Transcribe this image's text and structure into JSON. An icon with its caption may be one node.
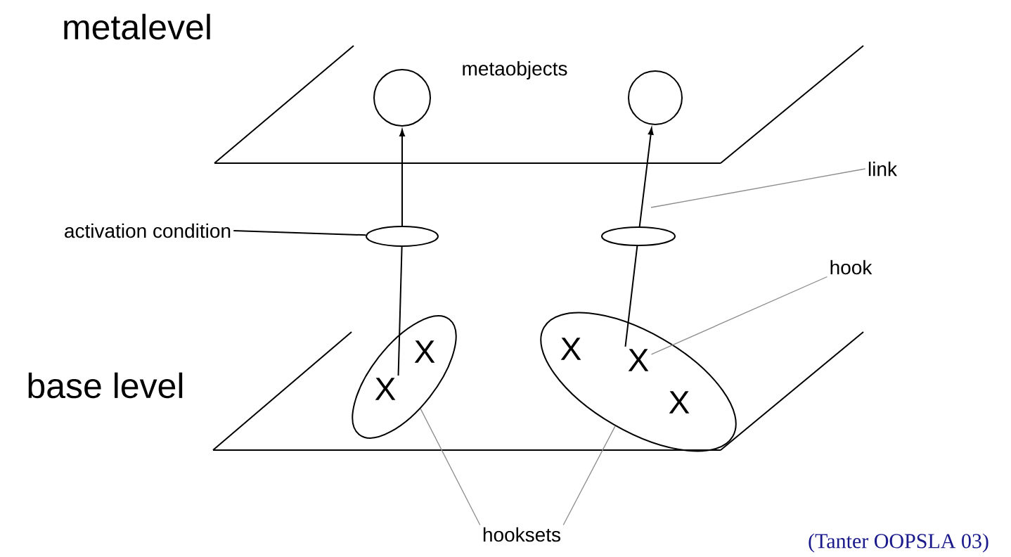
{
  "diagram": {
    "nodes": [
      {
        "text": [
          "metalevel"
        ]
      },
      {
        "text": [],
        "shape": "circle",
        "in": 0
      },
      {
        "text": [],
        "shape": "circle",
        "in": 0
      },
      {
        "text": [
          "link"
        ]
      },
      {
        "text": [
          "activation condition"
        ]
      },
      {
        "text": [],
        "shape": "ellipse"
      },
      {
        "text": [],
        "shape": "ellipse"
      },
      {
        "text": [
          "hook"
        ]
      },
      {
        "text": [
          "base level"
        ]
      },
      {
        "text": [],
        "shape": "ellipse",
        "in": 8
      },
      {
        "text": [
          "X"
        ],
        "in": 9
      },
      {
        "text": [
          "X"
        ],
        "in": 9
      },
      {
        "text": [],
        "shape": "ellipse",
        "in": 8
      },
      {
        "text": [
          "X"
        ],
        "in": 12
      },
      {
        "text": [
          "X"
        ],
        "in": 12
      },
      {
        "text": [
          "X"
        ],
        "in": 12
      },
      {
        "text": [
          "hooksets"
        ]
      }
    ],
    "edges": [
      {
        "from": 10,
        "to": 5,
        "arrow": "none"
      },
      {
        "from": 5,
        "to": 1,
        "arrow": "to"
      },
      {
        "from": 14,
        "to": 6,
        "arrow": "none"
      },
      {
        "from": 6,
        "to": 2,
        "arrow": "to"
      },
      {
        "from": 3,
        "to": null,
        "arrow": "none",
        "color": "#8c8c8c"
      },
      {
        "from": 4,
        "to": 5,
        "arrow": "none"
      },
      {
        "from": 7,
        "to": 14,
        "arrow": "none",
        "color": "#8c8c8c"
      },
      {
        "from": 16,
        "to": 9,
        "arrow": "none",
        "color": "#8c8c8c"
      },
      {
        "from": 16,
        "to": 12,
        "arrow": "none",
        "color": "#8c8c8c"
      }
    ],
    "labels": [
      "metaobjects",
      "(Tanter OOPSLA 03)"
    ]
  }
}
